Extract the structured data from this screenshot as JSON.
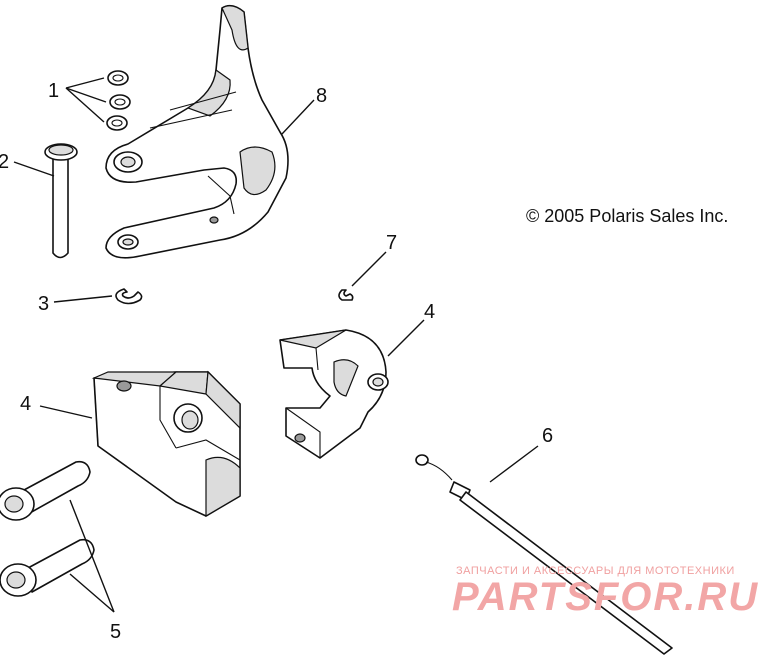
{
  "diagram": {
    "copyright": "© 2005 Polaris Sales Inc.",
    "callouts": {
      "c1": "1",
      "c2": "2",
      "c3": "3",
      "c4a": "4",
      "c4b": "4",
      "c5": "5",
      "c6": "6",
      "c7": "7",
      "c8": "8"
    },
    "watermark": {
      "tagline": "ЗАПЧАСТИ И АКСЕССУАРЫ ДЛЯ МОТОТЕХНИКИ",
      "brand": "PARTSFOR.RU"
    }
  }
}
